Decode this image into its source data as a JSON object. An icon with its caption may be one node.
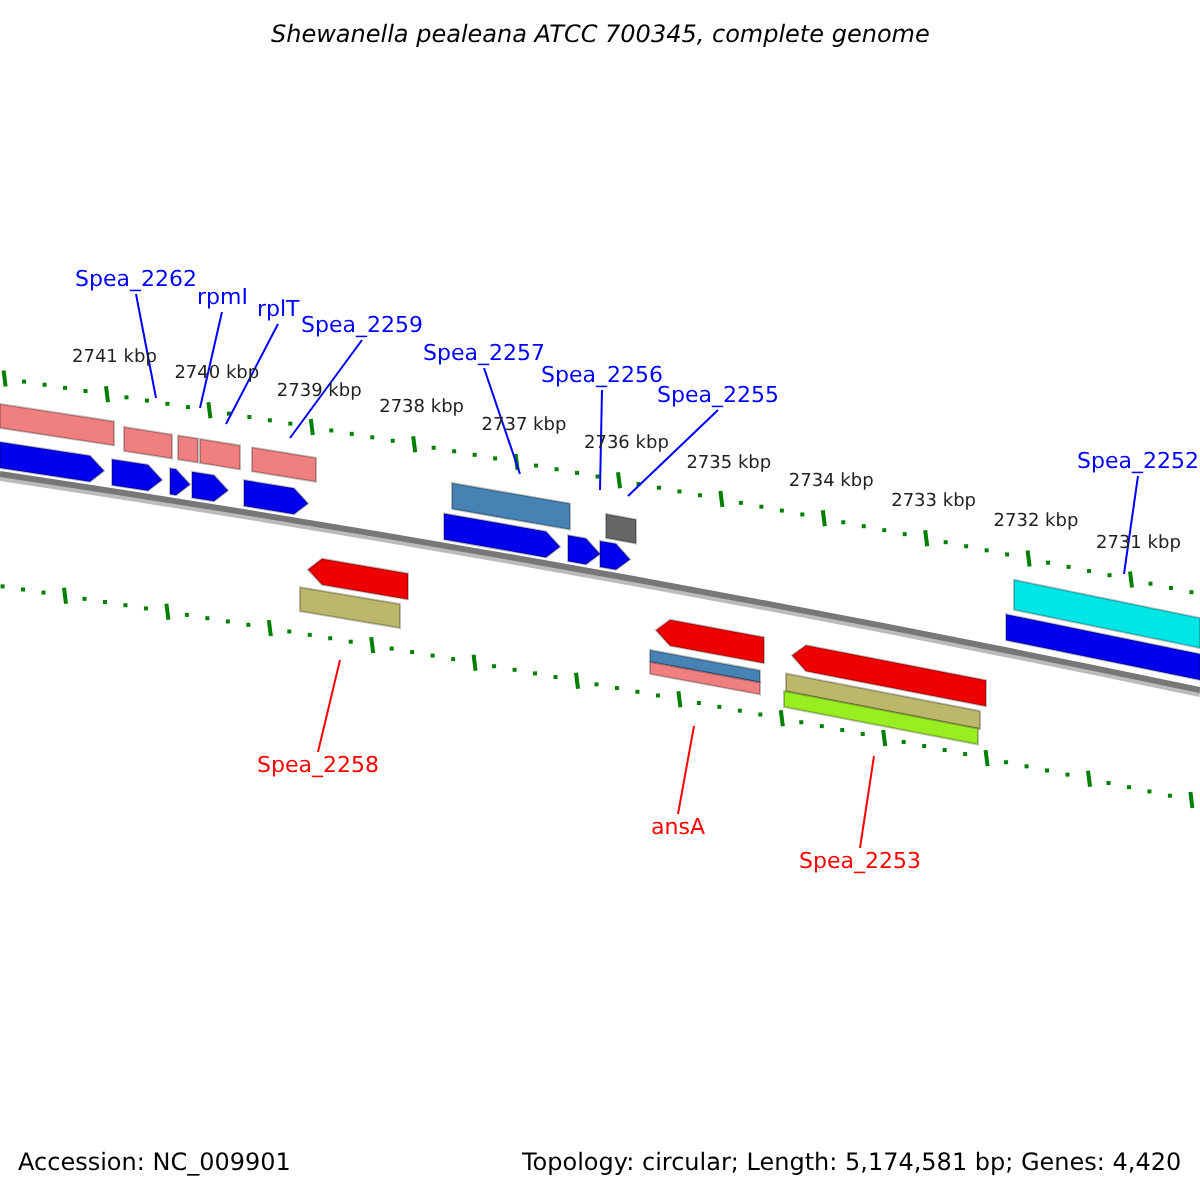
{
  "diagram": {
    "title": "Shewanella pealeana ATCC 700345, complete genome",
    "nodes": [
      {
        "text": [
          "Spea_2262"
        ]
      },
      {
        "text": [
          "rpmI"
        ]
      },
      {
        "text": [
          "rplT"
        ]
      },
      {
        "text": [
          "Spea_2259"
        ]
      },
      {
        "text": [
          "Spea_2257"
        ]
      },
      {
        "text": [
          "Spea_2256"
        ]
      },
      {
        "text": [
          "Spea_2255"
        ]
      },
      {
        "text": [
          "Spea_2252"
        ]
      },
      {
        "text": [
          "Spea_2258"
        ]
      },
      {
        "text": [
          "ansA"
        ]
      },
      {
        "text": [
          "Spea_2253"
        ]
      }
    ],
    "edges": [
      {
        "from": 0,
        "to": null,
        "arrow": "none"
      },
      {
        "from": 1,
        "to": null,
        "arrow": "none"
      },
      {
        "from": 2,
        "to": null,
        "arrow": "none"
      },
      {
        "from": 3,
        "to": null,
        "arrow": "none"
      },
      {
        "from": 4,
        "to": null,
        "arrow": "none"
      },
      {
        "from": 5,
        "to": null,
        "arrow": "none"
      },
      {
        "from": 6,
        "to": null,
        "arrow": "none"
      },
      {
        "from": 7,
        "to": null,
        "arrow": "none"
      },
      {
        "from": 8,
        "to": null,
        "arrow": "none",
        "color": "#ff0000"
      },
      {
        "from": 9,
        "to": null,
        "arrow": "none",
        "color": "#ff0000"
      },
      {
        "from": 10,
        "to": null,
        "arrow": "none",
        "color": "#ff0000"
      }
    ],
    "labels": [
      "2741 kbp",
      "2740 kbp",
      "2739 kbp",
      "2738 kbp",
      "2737 kbp",
      "2736 kbp",
      "2735 kbp",
      "2734 kbp",
      "2733 kbp",
      "2732 kbp",
      "2731 kbp",
      "Accession: NC_009901",
      "Topology: circular; Length: 5,174,581 bp; Genes: 4,420"
    ]
  }
}
